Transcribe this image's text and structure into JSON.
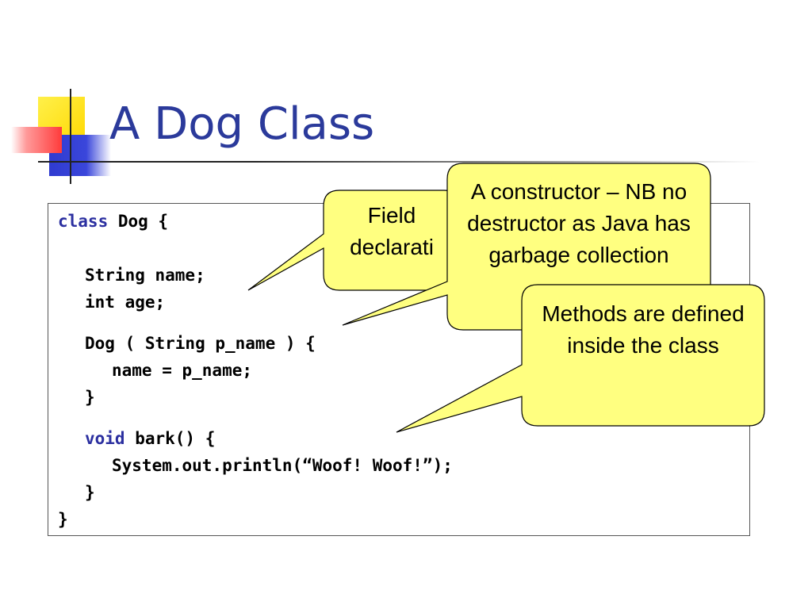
{
  "slide": {
    "title": "A Dog Class"
  },
  "code": {
    "line1_keyword": "class",
    "line1_rest": " Dog {",
    "line2": "String name;",
    "line3": "int age;",
    "line4": "Dog ( String p_name ) {",
    "line5": "name = p_name;",
    "line6": "}",
    "line7_keyword": "void",
    "line7_rest": " bark() {",
    "line8": "System.out.println(“Woof! Woof!”);",
    "line9": "}",
    "line10": "}"
  },
  "callouts": {
    "fields": "Field declarati",
    "constructor": "A constructor – NB no destructor as Java has garbage collection",
    "methods": "Methods are defined inside the class"
  },
  "colors": {
    "title": "#2b3a9b",
    "keyword": "#2b2fa0",
    "callout_fill": "#ffff80",
    "callout_stroke": "#000000"
  }
}
